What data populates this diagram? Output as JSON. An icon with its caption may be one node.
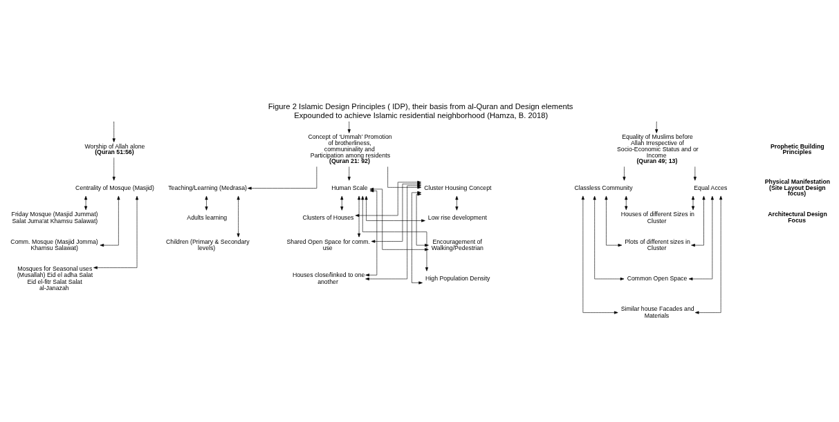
{
  "diagram": {
    "title": "Figure 2 Islamic Design Principles ( IDP), their basis from al-Quran and Design elements Expounded to achieve Islamic residential neighborhood (Hamza, B. 2018)",
    "nodes": [
      {
        "text": [
          "Worship of Allah alone",
          "(Quran 51:56)"
        ]
      },
      {
        "text": [
          "Concept of ‘Ummah’ Promotion of brotherliness, communinality and Participation among residents",
          "(Quran 21: 92)"
        ]
      },
      {
        "text": [
          "Equality of Muslims before Allah Irrespective of Socio-Economic Status and or Income",
          "(Quran 49; 13)"
        ]
      },
      {
        "text": [
          "Centrality of Mosque (Masjid)"
        ]
      },
      {
        "text": [
          "Teaching/Learning (Medrasa)"
        ]
      },
      {
        "text": [
          "Cluster Housing Concept"
        ]
      },
      {
        "text": [
          "Human Scale"
        ]
      },
      {
        "text": [
          "Classless Community"
        ]
      },
      {
        "text": [
          "Equal Acces"
        ]
      },
      {
        "text": [
          "Friday Mosque (Masjid Jummat) Salat Juma'at Khamsu Salawat)"
        ]
      },
      {
        "text": [
          "Comm. Mosque (Masjid Jomma) Khamsu Salawat)"
        ]
      },
      {
        "text": [
          "Mosques for Seasonal uses (Musallah) Eid el adha Salat Eid el-fitr Salat Salat al-Janazah"
        ]
      },
      {
        "text": [
          "Adults learning"
        ]
      },
      {
        "text": [
          "Children (Primary & Secondary levels)"
        ]
      },
      {
        "text": [
          "Clusters of Houses"
        ]
      },
      {
        "text": [
          "Shared Open Space for comm. use"
        ]
      },
      {
        "text": [
          "Houses close/linked to one another"
        ]
      },
      {
        "text": [
          "Low rise development"
        ]
      },
      {
        "text": [
          "Encouragement of Walking/Pedestrian"
        ]
      },
      {
        "text": [
          "High Population Density"
        ]
      },
      {
        "text": [
          "Houses of different Sizes in Cluster"
        ]
      },
      {
        "text": [
          "Plots of different sizes in Cluster"
        ]
      },
      {
        "text": [
          "Common Open Space"
        ]
      },
      {
        "text": [
          "Similar house Facades and Materials"
        ]
      }
    ],
    "edges": [
      {
        "from": null,
        "to": 0,
        "arrow": "to"
      },
      {
        "from": null,
        "to": 1,
        "arrow": "to"
      },
      {
        "from": null,
        "to": 2,
        "arrow": "to"
      },
      {
        "from": 0,
        "to": 3,
        "arrow": "to"
      },
      {
        "from": 1,
        "to": 4,
        "arrow": "to"
      },
      {
        "from": 1,
        "to": 5,
        "arrow": "to"
      },
      {
        "from": 1,
        "to": 6,
        "arrow": "to"
      },
      {
        "from": 2,
        "to": 7,
        "arrow": "to"
      },
      {
        "from": 2,
        "to": 8,
        "arrow": "to"
      },
      {
        "from": 3,
        "to": 9,
        "arrow": "both"
      },
      {
        "from": 3,
        "to": 10,
        "arrow": "both"
      },
      {
        "from": 3,
        "to": 11,
        "arrow": "both"
      },
      {
        "from": 4,
        "to": 12,
        "arrow": "both"
      },
      {
        "from": 4,
        "to": 13,
        "arrow": "both"
      },
      {
        "from": 5,
        "to": 14,
        "arrow": "both"
      },
      {
        "from": 5,
        "to": 15,
        "arrow": "both"
      },
      {
        "from": 5,
        "to": 16,
        "arrow": "both"
      },
      {
        "from": 5,
        "to": 17,
        "arrow": "both"
      },
      {
        "from": 5,
        "to": 18,
        "arrow": "both"
      },
      {
        "from": 5,
        "to": 19,
        "arrow": "both"
      },
      {
        "from": 6,
        "to": 14,
        "arrow": "both"
      },
      {
        "from": 6,
        "to": 15,
        "arrow": "both"
      },
      {
        "from": 6,
        "to": 16,
        "arrow": "both"
      },
      {
        "from": 6,
        "to": 17,
        "arrow": "both"
      },
      {
        "from": 6,
        "to": 18,
        "arrow": "both"
      },
      {
        "from": 6,
        "to": 19,
        "arrow": "both"
      },
      {
        "from": 7,
        "to": 20,
        "arrow": "both"
      },
      {
        "from": 7,
        "to": 21,
        "arrow": "both"
      },
      {
        "from": 7,
        "to": 22,
        "arrow": "both"
      },
      {
        "from": 7,
        "to": 23,
        "arrow": "both"
      },
      {
        "from": 8,
        "to": 20,
        "arrow": "both"
      },
      {
        "from": 8,
        "to": 21,
        "arrow": "both"
      },
      {
        "from": 8,
        "to": 22,
        "arrow": "both"
      },
      {
        "from": 8,
        "to": 23,
        "arrow": "both"
      }
    ],
    "labels": [
      "Prophetic Building Principles",
      "Physical Manifestation (Site Layout Design focus)",
      "Architectural Design Focus"
    ]
  }
}
